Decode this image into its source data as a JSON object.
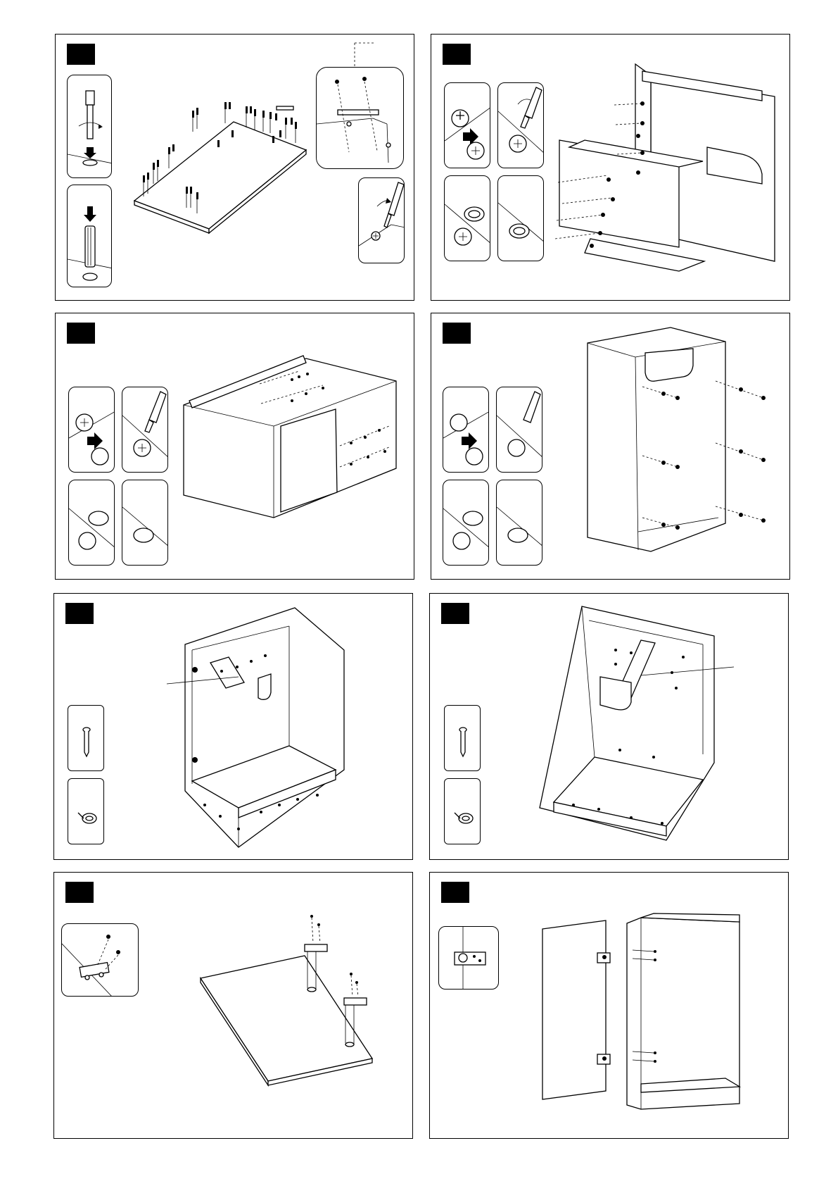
{
  "document": {
    "type": "assembly-instructions",
    "steps": [
      {
        "id": "step-1",
        "label": ""
      },
      {
        "id": "step-2",
        "label": ""
      },
      {
        "id": "step-3",
        "label": ""
      },
      {
        "id": "step-4",
        "label": ""
      },
      {
        "id": "step-5",
        "label": ""
      },
      {
        "id": "step-6",
        "label": ""
      },
      {
        "id": "step-7",
        "label": ""
      },
      {
        "id": "step-8",
        "label": ""
      }
    ]
  },
  "icons": {
    "cam-lock": "cam-lock-icon",
    "screwdriver": "screwdriver-icon",
    "dowel": "dowel-icon",
    "screw": "screw-icon",
    "hinge": "hinge-icon",
    "leg": "adjustable-leg-icon"
  },
  "colors": {
    "ink": "#000000",
    "paper": "#ffffff"
  }
}
